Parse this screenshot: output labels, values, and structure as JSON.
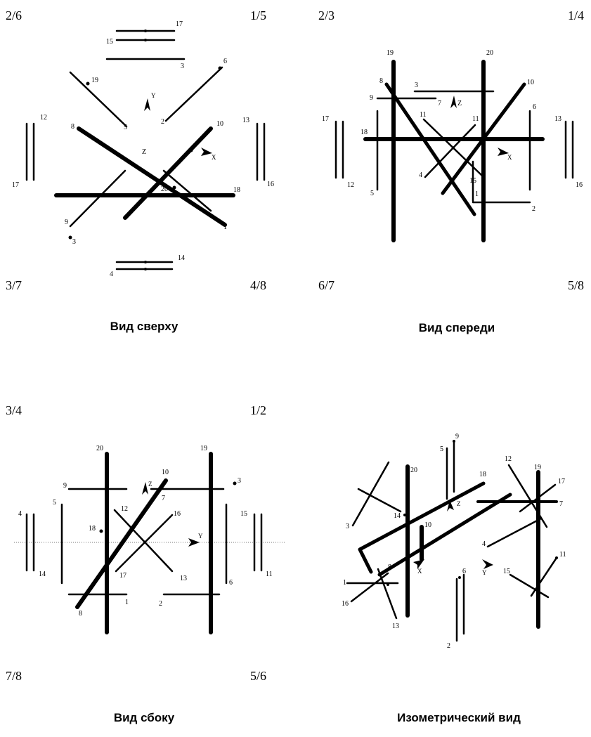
{
  "panels": {
    "top": {
      "corners": {
        "tl": "2/6",
        "tr": "1/5",
        "bl": "3/7",
        "br": "4/8"
      },
      "caption": "Вид сверху",
      "labels": {
        "n1": "1",
        "n2": "2",
        "n3": "3",
        "n4": "4",
        "n5": "5",
        "n6": "6",
        "n7": "7",
        "n8": "8",
        "n9": "9",
        "n10": "10",
        "n12": "12",
        "n13": "13",
        "n14": "14",
        "n15": "15",
        "n16": "16",
        "n17": "17",
        "n18": "18",
        "n19": "19",
        "n20": "20",
        "z": "Z"
      },
      "axes": {
        "y": "Y",
        "x": "X"
      }
    },
    "front": {
      "corners": {
        "tl": "2/3",
        "tr": "1/4",
        "bl": "6/7",
        "br": "5/8"
      },
      "caption": "Вид спереди",
      "labels": {
        "n1": "1",
        "n2": "2",
        "n3": "3",
        "n4": "4",
        "n5": "5",
        "n6": "6",
        "n7": "7",
        "n8": "8",
        "n9": "9",
        "n10": "10",
        "n11a": "11",
        "n11b": "11",
        "n12": "12",
        "n13": "13",
        "n15": "15",
        "n16": "16",
        "n17": "17",
        "n18": "18",
        "n19": "19",
        "n20": "20",
        "z": "Z"
      },
      "axes": {
        "x": "X"
      }
    },
    "side": {
      "corners": {
        "tl": "3/4",
        "tr": "1/2",
        "bl": "7/8",
        "br": "5/6"
      },
      "caption": "Вид сбоку",
      "labels": {
        "n1": "1",
        "n2": "2",
        "n3": "3",
        "n4": "4",
        "n5": "5",
        "n6": "6",
        "n7": "7",
        "n8": "8",
        "n9": "9",
        "n10": "10",
        "n11": "11",
        "n12": "12",
        "n13": "13",
        "n14": "14",
        "n15": "15",
        "n16": "16",
        "n17": "17",
        "n18": "18",
        "n19": "19",
        "n20": "20"
      },
      "axes": {
        "z": "Z",
        "y": "Y"
      }
    },
    "iso": {
      "caption": "Изометрический вид",
      "labels": {
        "n1": "1",
        "n2": "2",
        "n3": "3",
        "n4": "4",
        "n5": "5",
        "n6": "6",
        "n7": "7",
        "n8": "8",
        "n9": "9",
        "n10": "10",
        "n11": "11",
        "n12": "12",
        "n13": "13",
        "n14": "14",
        "n15": "15",
        "n16": "16",
        "n17": "17",
        "n18": "18",
        "n19": "19",
        "n20": "20"
      },
      "axes": {
        "x": "X",
        "y": "Y",
        "z": "Z"
      }
    }
  }
}
